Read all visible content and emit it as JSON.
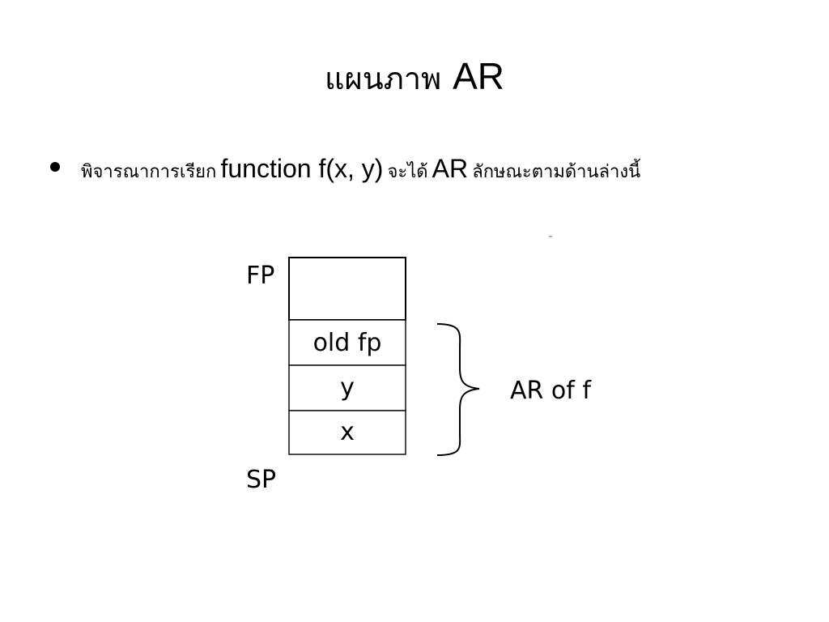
{
  "slide": {
    "title_thai": "แผนภาพ",
    "title_latin": "AR",
    "bullet": {
      "part1": "พิจารณาการเรียก",
      "part2": "function f(x, y)",
      "part3": "จะได้",
      "part4": "AR",
      "part5": "ลักษณะตามด้านล่างนี้"
    }
  },
  "diagram": {
    "fp_label": "FP",
    "sp_label": "SP",
    "cells": [
      "",
      "old fp",
      "y",
      "x"
    ],
    "brace_label": "AR of f"
  }
}
